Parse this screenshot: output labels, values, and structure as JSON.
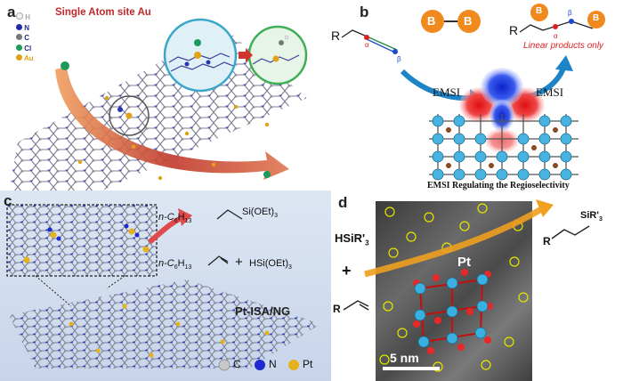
{
  "panels": {
    "a": {
      "label": "a",
      "title": "Single Atom site Au",
      "legend": [
        "H",
        "N",
        "C",
        "Cl",
        "Au"
      ],
      "legend_colors": [
        "#f2f2f2",
        "#1e2aa8",
        "#777777",
        "#1b9a5a",
        "#e1a21a"
      ]
    },
    "b": {
      "label": "b",
      "boron": "B",
      "reactant_r": "R",
      "product_r": "R",
      "alpha": "α",
      "beta": "β",
      "linear_note": "Linear products only",
      "emsi_left": "EMSI",
      "emsi_right": "EMSI",
      "caption": "EMSI Regulating the Regioselectivity"
    },
    "c": {
      "label": "c",
      "prod_prefix": "n-C",
      "prod_sub1": "6",
      "prod_h": "H",
      "prod_sub2": "13",
      "prod_si": "Si(OEt)",
      "prod_si_sub": "3",
      "react_prefix": "n-C",
      "react_sub1": "6",
      "react_h": "H",
      "react_sub2": "13",
      "react_plus": "+",
      "react_hsi": "HSi(OEt)",
      "react_hsi_sub": "3",
      "catalyst": "Pt-ISA/NG",
      "legend": [
        "C",
        "N",
        "Pt"
      ],
      "legend_colors": [
        "#c8c8c8",
        "#1e2ad0",
        "#e5b21b"
      ]
    },
    "d": {
      "label": "d",
      "silane": "HSiR'",
      "silane_sub": "3",
      "plus": "+",
      "alkene_r": "R",
      "product_r": "R",
      "product_si": "SiR'",
      "product_sub": "3",
      "pt": "Pt",
      "scale": "5 nm"
    }
  }
}
